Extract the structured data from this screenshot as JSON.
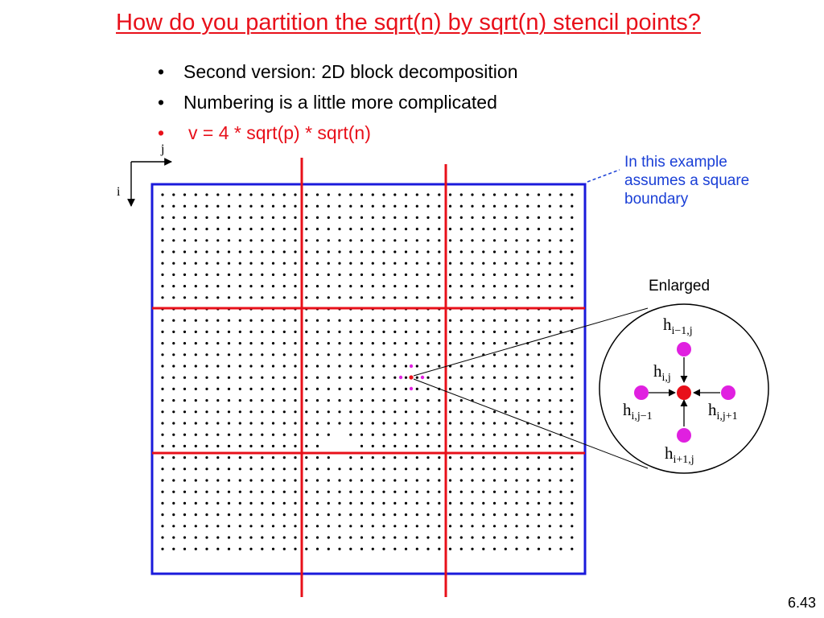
{
  "slide": {
    "title": "How do you partition the sqrt(n) by sqrt(n) stencil points?",
    "bullets": [
      {
        "text": "Second version: 2D block decomposition",
        "color": "#000000"
      },
      {
        "text": "Numbering is a little more complicated",
        "color": "#000000"
      },
      {
        "text": "v = 4 * sqrt(p) * sqrt(n)",
        "color": "#e8101a"
      }
    ],
    "bullet_glyph": "•",
    "slide_number": "6.43"
  },
  "diagram": {
    "axis_labels": {
      "horizontal": "j",
      "vertical": "i"
    },
    "grid_size": 32,
    "partitions": {
      "rows": 3,
      "cols": 3
    },
    "callout_lines": [
      "In this example",
      "assumes a square",
      "boundary"
    ],
    "enlarged_title": "Enlarged",
    "stencil_labels": {
      "top": {
        "base": "h",
        "sub": "i−1,j"
      },
      "center": {
        "base": "h",
        "sub": "i,j"
      },
      "left": {
        "base": "h",
        "sub": "i,j−1"
      },
      "right": {
        "base": "h",
        "sub": "i,j+1"
      },
      "bottom": {
        "base": "h",
        "sub": "i+1,j"
      }
    },
    "colors": {
      "boundary": "#1a1adb",
      "partition": "#e8101a",
      "grid_point": "#000000",
      "neighbor": "#e020e0",
      "center_point": "#e8101a",
      "callout_text": "#1a3fd6"
    }
  }
}
